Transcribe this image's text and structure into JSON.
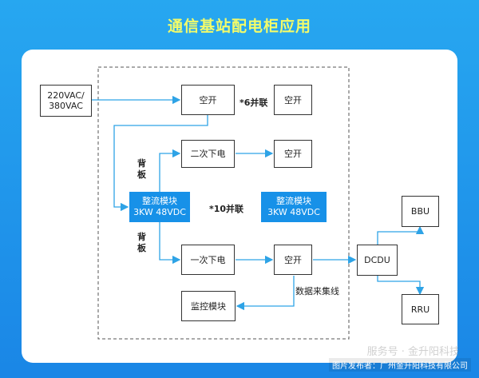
{
  "title": "通信基站配电柜应用",
  "nodes": {
    "input": "220VAC/\n380VAC",
    "breaker_main": "空开",
    "breaker_right": "空开",
    "secondary_power": "二次下电",
    "breaker_secondary": "空开",
    "rectifier_1_name": "整流模块",
    "rectifier_1_spec": "3KW 48VDC",
    "rectifier_2_name": "整流模块",
    "rectifier_2_spec": "3KW 48VDC",
    "primary_power": "一次下电",
    "breaker_primary": "空开",
    "monitor": "监控模块",
    "dcdu": "DCDU",
    "bbu": "BBU",
    "rru": "RRU"
  },
  "labels": {
    "six_parallel": "*6并联",
    "ten_parallel": "*10并联",
    "backplane_top": "背板",
    "backplane_bottom": "背板",
    "data_bus": "数据来集线"
  },
  "watermark": "服务号 · 金升阳科技",
  "footer": "图片发布者：广州金升阳科技有限公司",
  "colors": {
    "arrow": "#2ea3e6",
    "accent": "#1791e8",
    "title": "#f2fb6a"
  }
}
